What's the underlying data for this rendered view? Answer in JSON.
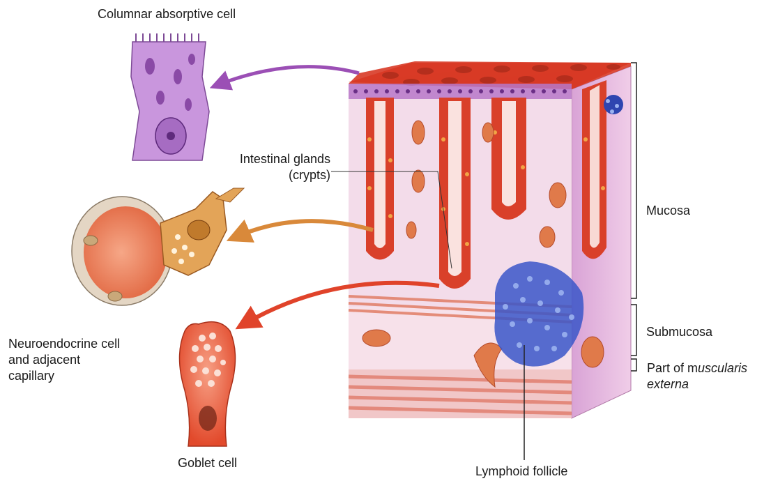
{
  "labels": {
    "columnar_cell": "Columnar absorptive cell",
    "intestinal_glands_line1": "Intestinal glands",
    "intestinal_glands_line2": "(crypts)",
    "mucosa": "Mucosa",
    "submucosa": "Submucosa",
    "muscularis_prefix": "Part of m",
    "muscularis_italic": "uscularis",
    "muscularis_line2": "externa",
    "neuroendocrine_line1": "Neuroendocrine cell",
    "neuroendocrine_line2": "and adjacent",
    "neuroendocrine_line3": "capillary",
    "goblet_cell": "Goblet cell",
    "lymphoid_follicle": "Lymphoid follicle"
  },
  "colors": {
    "columnar_arrow": "#9b4fb5",
    "neuroendocrine_arrow": "#d9893a",
    "goblet_arrow": "#e0432a",
    "epithelium": "#d9402a",
    "lamina": "#f3dcea",
    "lymphoid": "#3a56c9",
    "bracket": "#222222"
  }
}
